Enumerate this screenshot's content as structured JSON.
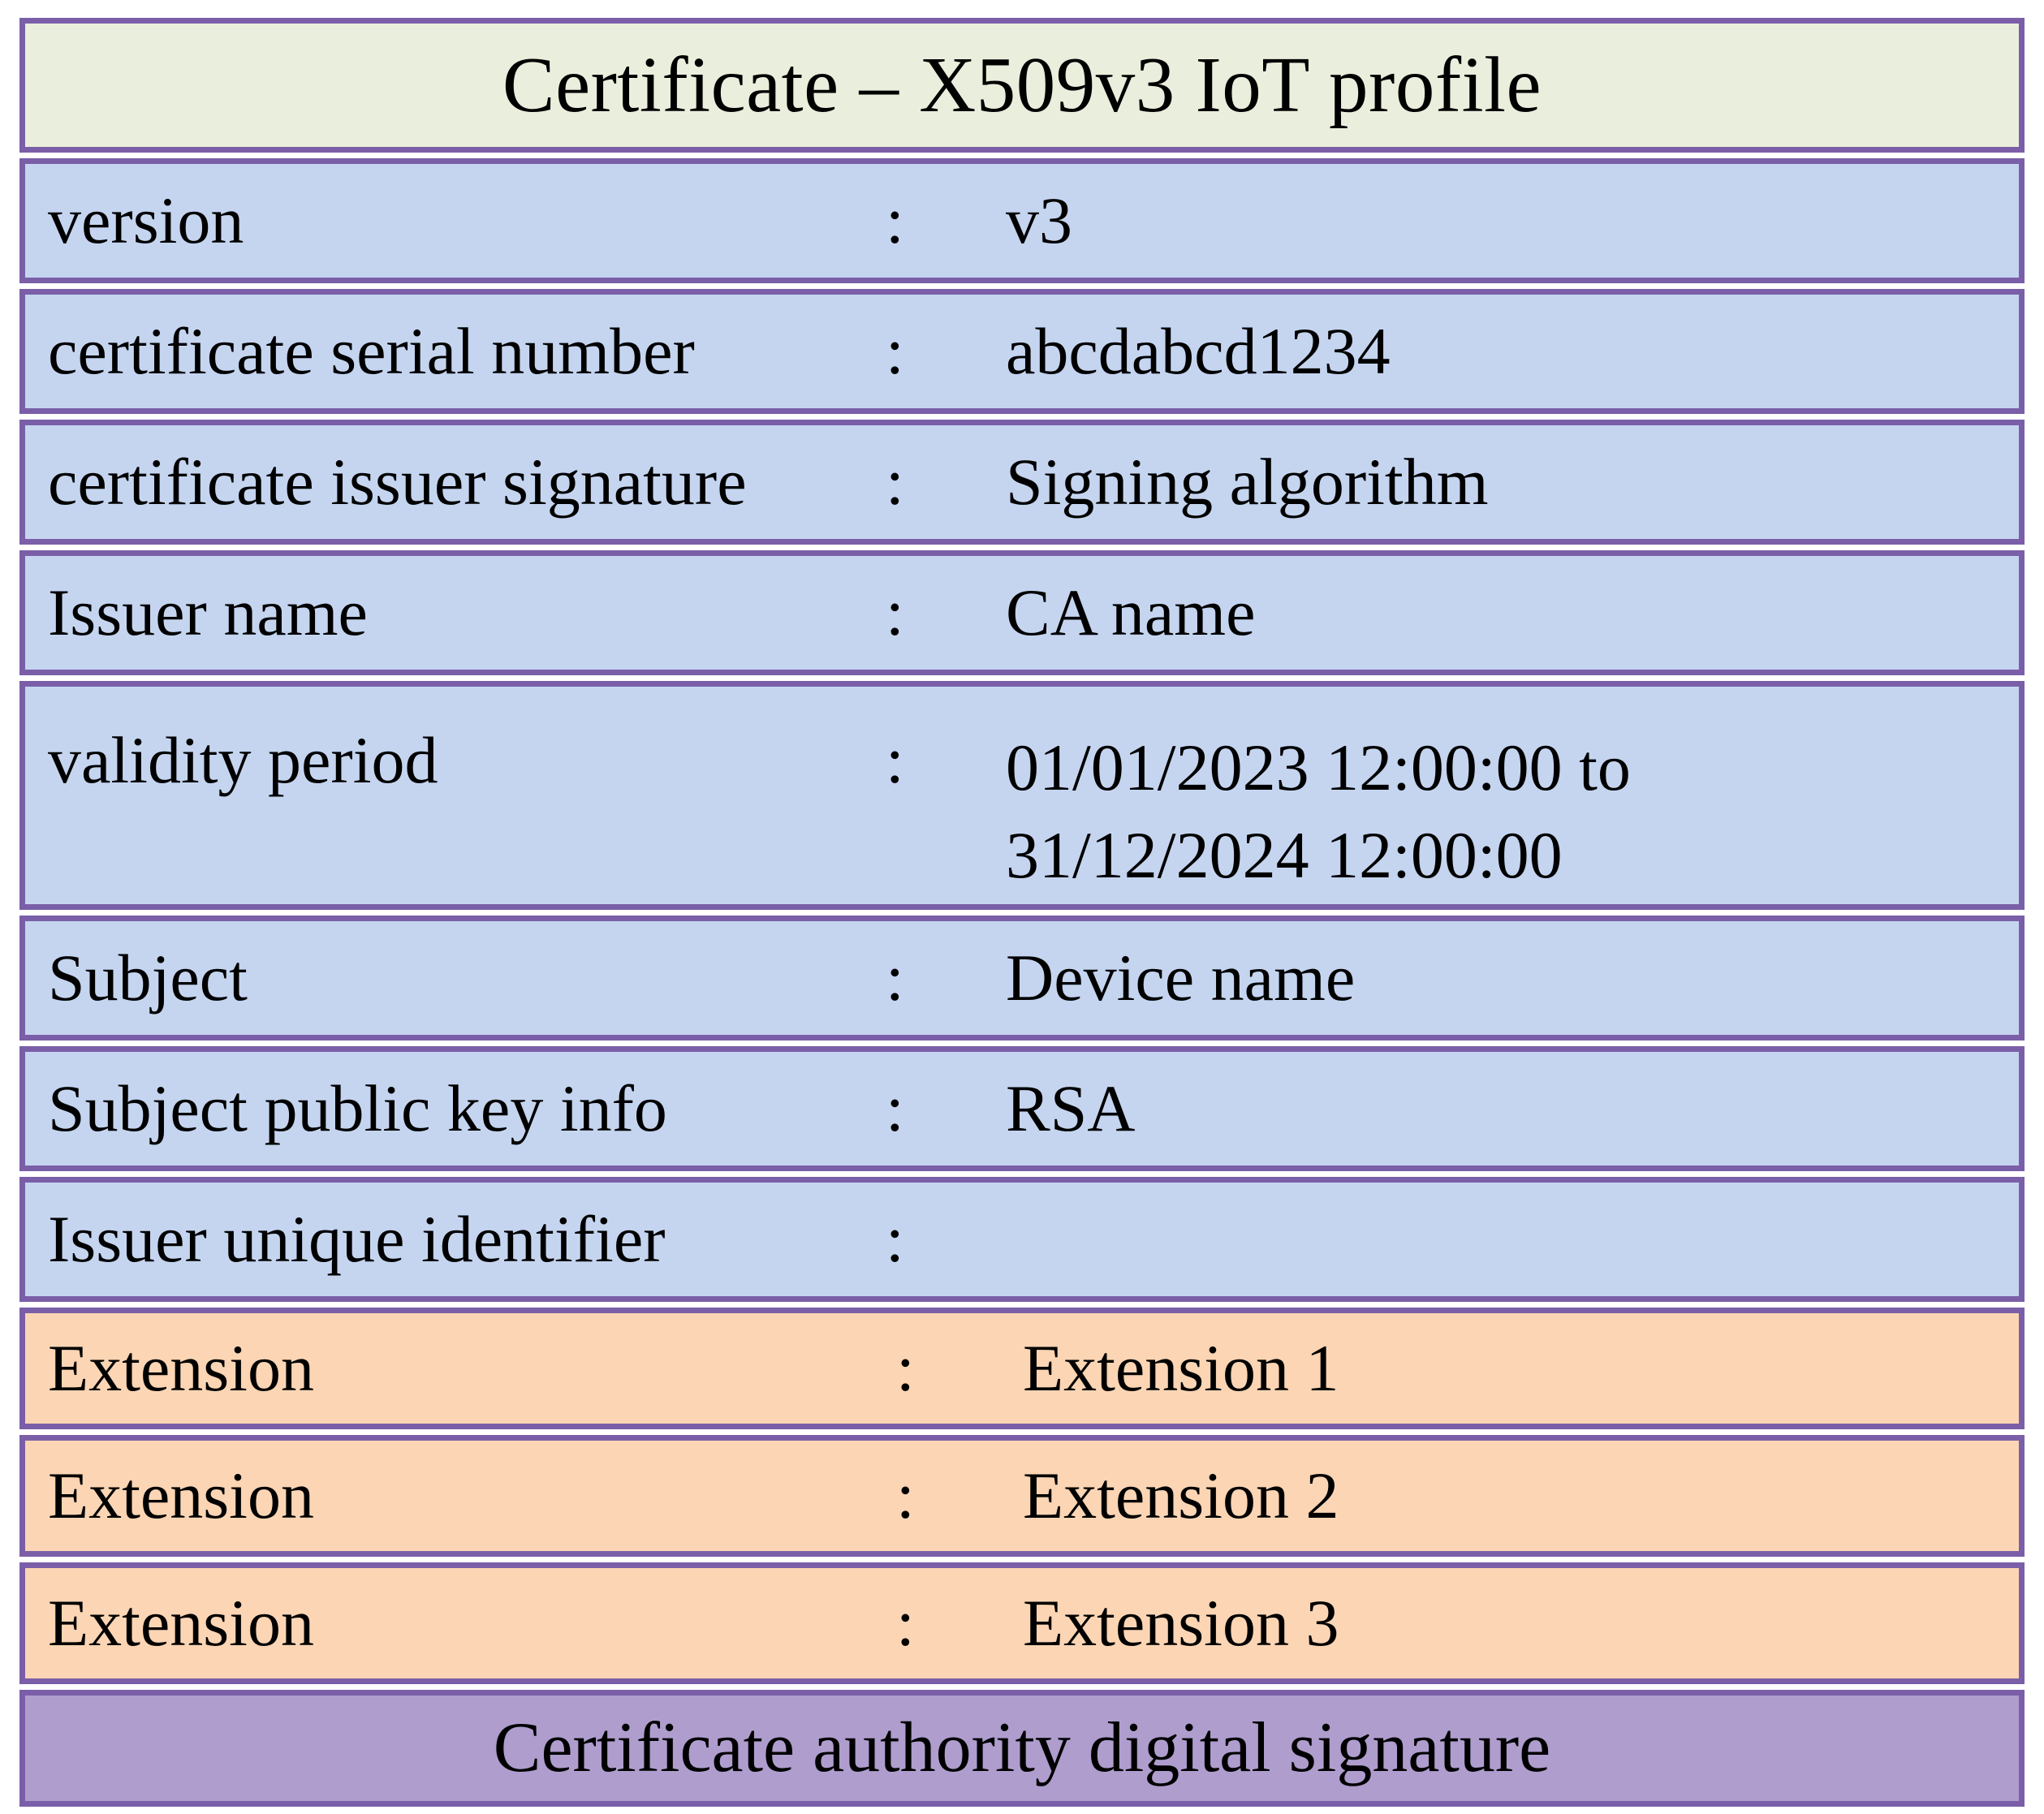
{
  "title": {
    "text": "Certificate – X509v3 IoT profile",
    "background": "#eaeedc"
  },
  "separator": ":",
  "colors": {
    "border": "#7a5fa8",
    "field_row": "#c5d5f0",
    "extension_row": "#fbd5b4",
    "footer_row": "#ae9dcd",
    "title_row": "#eaeedc",
    "text": "#000000"
  },
  "fields": [
    {
      "label": "version",
      "separator": ":",
      "value": "v3"
    },
    {
      "label": "certificate serial number",
      "separator": ":",
      "value": "abcdabcd1234"
    },
    {
      "label": "certificate issuer signature",
      "separator": ":",
      "value": "Signing algorithm"
    },
    {
      "label": "Issuer name",
      "separator": ":",
      "value": "CA name"
    },
    {
      "label": "validity period",
      "separator": ":",
      "value": "01/01/2023 12:00:00  to\n31/12/2024  12:00:00"
    },
    {
      "label": "Subject",
      "separator": ":",
      "value": "Device name"
    },
    {
      "label": "Subject public key info",
      "separator": ":",
      "value": "RSA"
    },
    {
      "label": "Issuer unique identifier",
      "separator": ":",
      "value": ""
    }
  ],
  "extensions": [
    {
      "label": "Extension",
      "separator": ":",
      "value": "Extension 1"
    },
    {
      "label": "Extension",
      "separator": ":",
      "value": "Extension 2"
    },
    {
      "label": "Extension",
      "separator": ":",
      "value": "Extension 3"
    }
  ],
  "footer": {
    "text": "Certificate authority digital signature"
  }
}
